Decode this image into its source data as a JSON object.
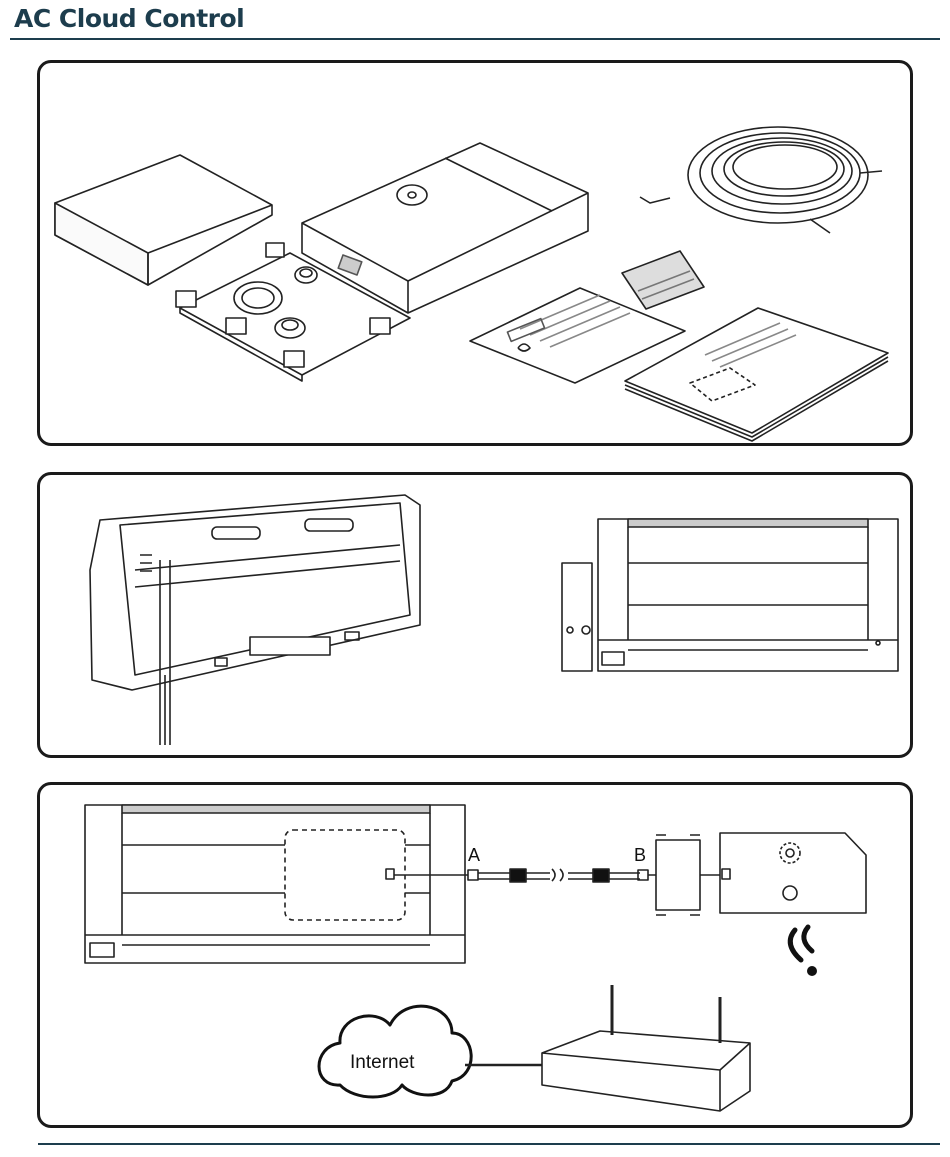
{
  "header": {
    "title": "AC Cloud Control"
  },
  "diagram": {
    "connector_a": "A",
    "connector_b": "B",
    "cloud_label": "Internet"
  },
  "icons": [
    "wifi-icon",
    "cloud-icon",
    "router-icon",
    "cable-icon"
  ],
  "colors": {
    "accent": "#1d3d4d",
    "line": "#1a1a1a"
  }
}
